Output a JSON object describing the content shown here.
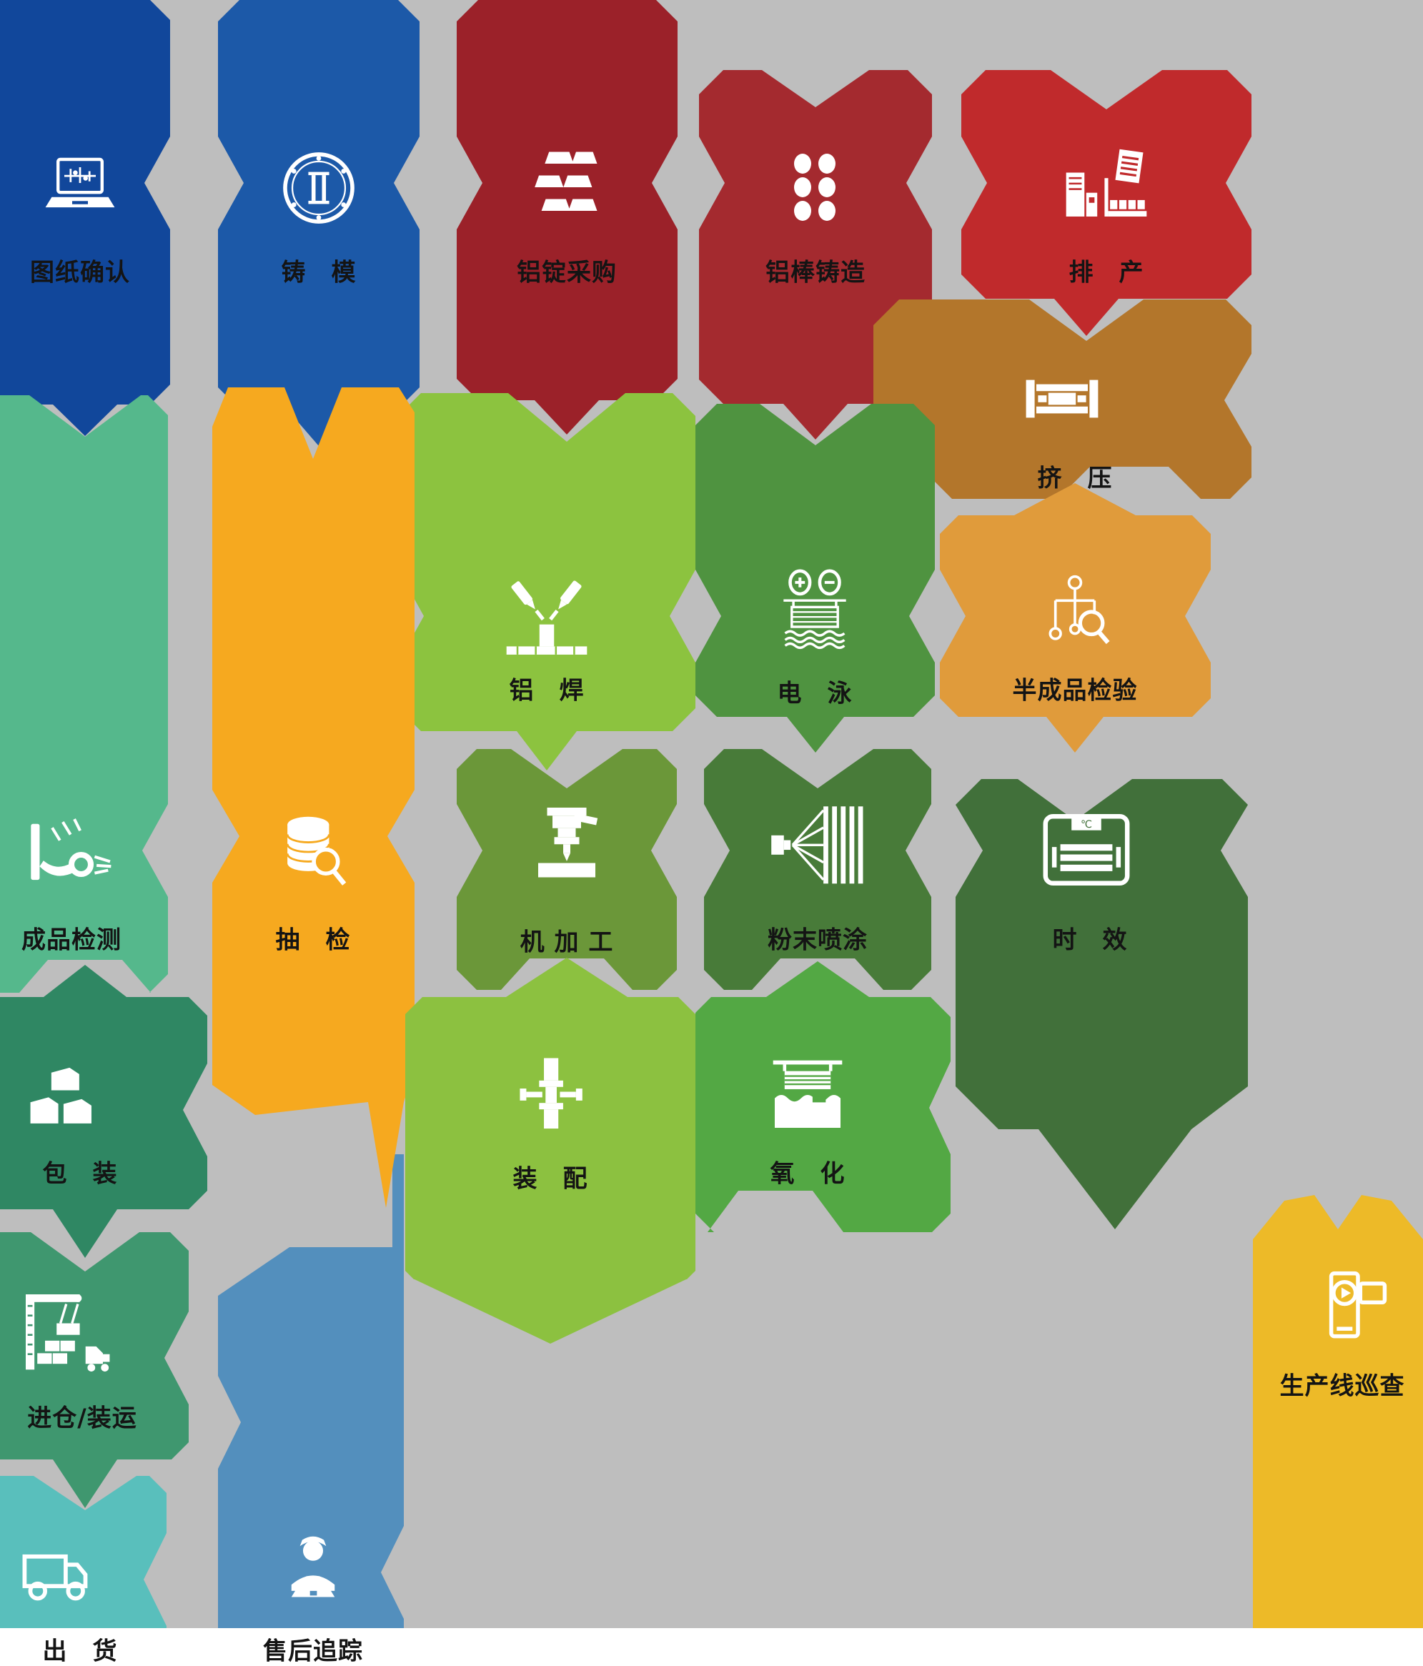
{
  "canvas": {
    "background": "#bebebe",
    "page_background": "#ffffff",
    "label_color": "#141414",
    "icon_color": "#ffffff"
  },
  "misc": {
    "temp_unit": "℃"
  },
  "nodes": [
    {
      "id": "drawing-confirmation",
      "label": "图纸确认",
      "icon": "laptop-drawing-icon",
      "color": "#11479b"
    },
    {
      "id": "mold-making",
      "label": "铸　模",
      "icon": "round-mold-icon",
      "color": "#1c59a8"
    },
    {
      "id": "ingot-purchase",
      "label": "铝锭采购",
      "icon": "ingot-stack-icon",
      "color": "#9b2129"
    },
    {
      "id": "billet-casting",
      "label": "铝棒铸造",
      "icon": "billet-ends-icon",
      "color": "#a42a2f"
    },
    {
      "id": "production-scheduling",
      "label": "排　产",
      "icon": "production-line-icon",
      "color": "#c02a2c"
    },
    {
      "id": "extrusion",
      "label": "挤　压",
      "icon": "extrusion-press-icon",
      "color": "#b3762b"
    },
    {
      "id": "semi-finished-inspection",
      "label": "半成品检验",
      "icon": "inspection-tree-icon",
      "color": "#e09b3b"
    },
    {
      "id": "electrophoresis",
      "label": "电　泳",
      "icon": "electrophoresis-bath-icon",
      "color": "#4f9340"
    },
    {
      "id": "aluminum-welding",
      "label": "铝　焊",
      "icon": "welding-torches-icon",
      "color": "#8cc33f"
    },
    {
      "id": "sampling-inspection",
      "label": "抽　检",
      "icon": "database-magnifier-icon",
      "color": "#f6a91f"
    },
    {
      "id": "finished-product-inspection",
      "label": "成品检测",
      "icon": "measuring-gauge-icon",
      "color": "#55b88c"
    },
    {
      "id": "machining",
      "label": "机 加 工",
      "icon": "milling-machine-icon",
      "color": "#6b9739"
    },
    {
      "id": "powder-coating",
      "label": "粉末喷涂",
      "icon": "spray-gun-icon",
      "color": "#487b39"
    },
    {
      "id": "aging",
      "label": "时　效",
      "icon": "aging-oven-icon",
      "color": "#41703a"
    },
    {
      "id": "assembly",
      "label": "装　配",
      "icon": "assembly-clamp-icon",
      "color": "#8cc140"
    },
    {
      "id": "anodizing",
      "label": "氧　化",
      "icon": "anodizing-tank-icon",
      "color": "#53a844"
    },
    {
      "id": "packing",
      "label": "包　装",
      "icon": "packing-boxes-icon",
      "color": "#2f8763"
    },
    {
      "id": "warehousing-loading",
      "label": "进仓/装运",
      "icon": "crane-loading-icon",
      "color": "#3f976f"
    },
    {
      "id": "shipping",
      "label": "出　货",
      "icon": "delivery-truck-icon",
      "color": "#59bfbc"
    },
    {
      "id": "after-sales-tracking",
      "label": "售后追踪",
      "icon": "support-agent-icon",
      "color": "#538fbd"
    },
    {
      "id": "production-line-patrol",
      "label": "生产线巡查",
      "icon": "video-camera-icon",
      "color": "#edba28"
    }
  ]
}
